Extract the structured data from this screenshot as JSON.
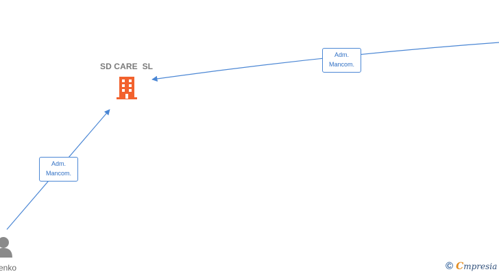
{
  "company": {
    "name": "SD CARE  SL"
  },
  "edges": [
    {
      "role_line1": "Adm.",
      "role_line2": "Mancom."
    },
    {
      "role_line1": "Adm.",
      "role_line2": "Mancom."
    }
  ],
  "person": {
    "name": "enko"
  },
  "brand": {
    "copyright": "©",
    "initial": "C",
    "rest": "mpresia"
  },
  "colors": {
    "edge": "#4a86d4",
    "company_icon": "#f2622e",
    "person_icon": "#8a8a8a"
  },
  "icons": {
    "company": "building-icon",
    "person": "person-icon"
  }
}
